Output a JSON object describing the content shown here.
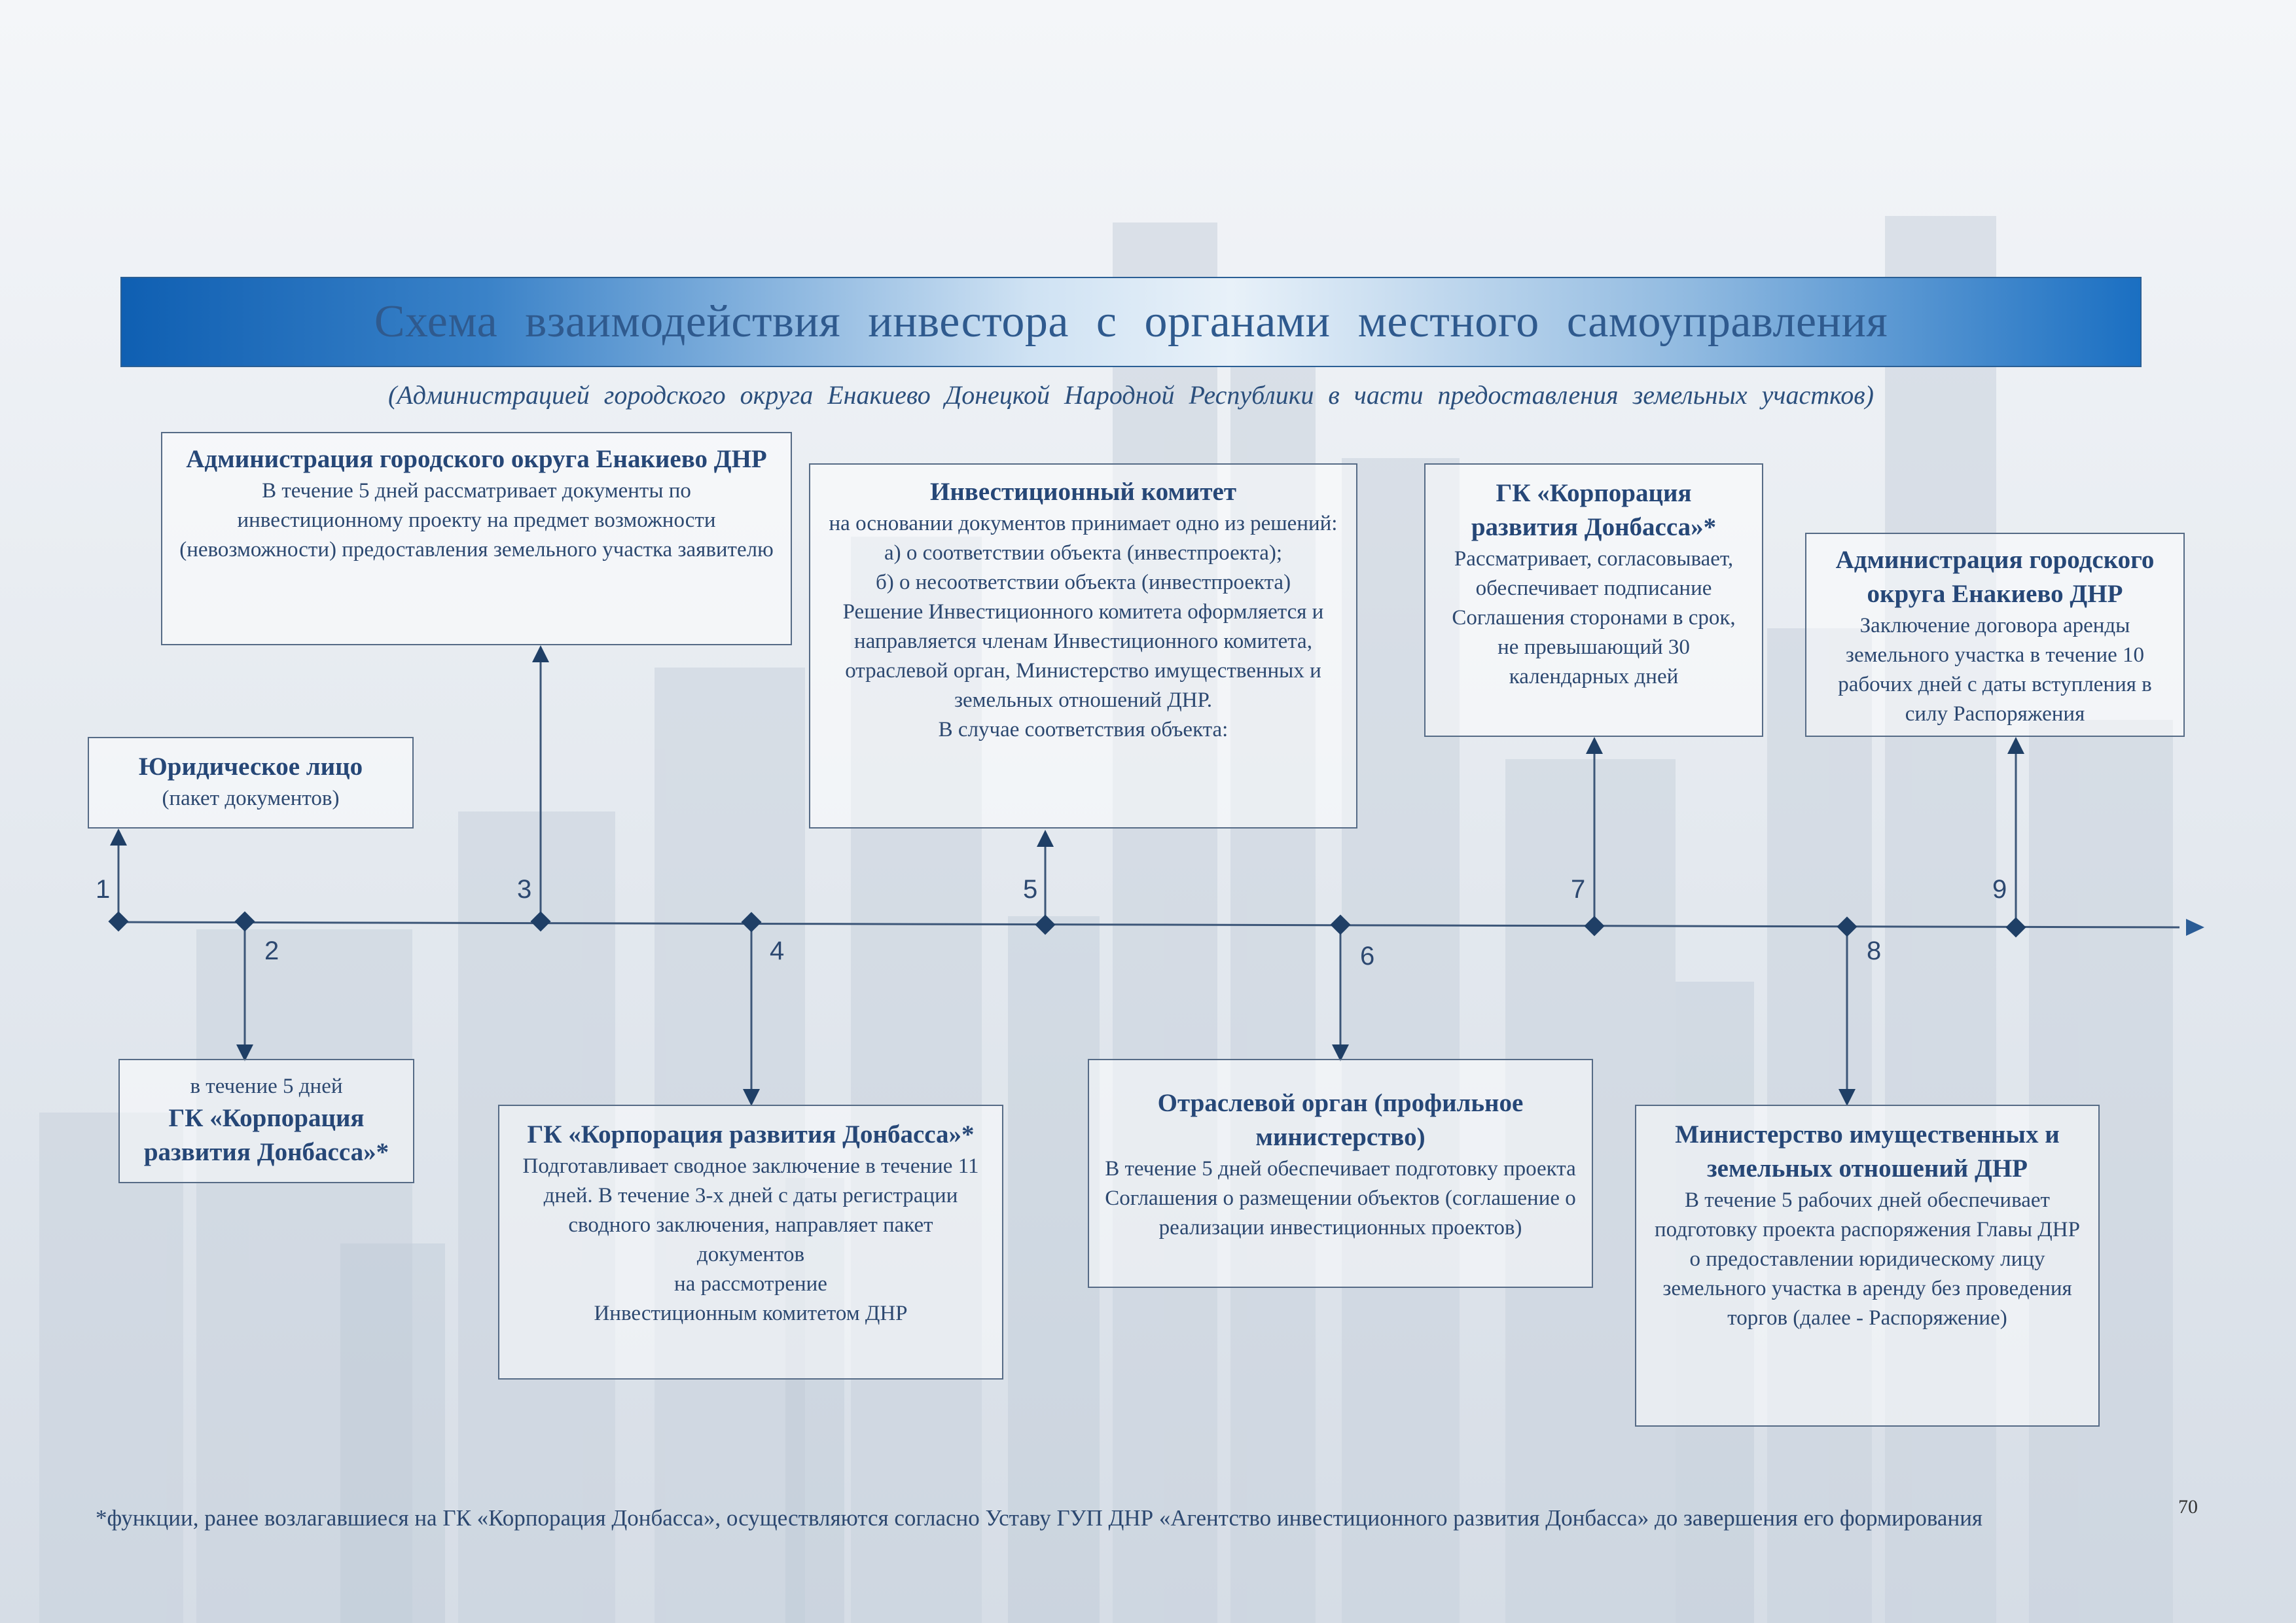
{
  "title": "Схема взаимодействия инвестора с органами местного самоуправления",
  "subtitle": "(Администрацией городского округа Енакиево Донецкой Народной Республики в части предоставления земельных участков)",
  "boxes": {
    "entity": {
      "head": "Юридическое лицо",
      "body": "(пакет документов)"
    },
    "admin_review": {
      "head": "Администрация городского округа Енакиево ДНР",
      "body": "В течение 5 дней рассматривает документы по инвестиционному проекту на предмет возможности (невозможности) предоставления земельного участка заявителю"
    },
    "gk_5days": {
      "pre": "в течение 5 дней",
      "head": "ГК «Корпорация развития Донбасса»*"
    },
    "gk_summary": {
      "head": "ГК «Корпорация развития Донбасса»*",
      "body": "Подготавливает сводное заключение в течение 11 дней. В течение 3-х дней с даты регистрации сводного заключения, направляет пакет документов\nна рассмотрение\nИнвестиционным комитетом ДНР"
    },
    "committee": {
      "head": "Инвестиционный комитет",
      "body": "на основании документов принимает одно из решений:\nа) о соответствии объекта (инвестпроекта);\nб) о несоответствии объекта (инвестпроекта)\nРешение Инвестиционного комитета оформляется и направляется членам Инвестиционного комитета, отраслевой орган, Министерство имущественных и земельных отношений ДНР.\nВ случае соответствия объекта:"
    },
    "branch": {
      "head": "Отраслевой орган (профильное министерство)",
      "body": "В течение 5 дней обеспечивает подготовку проекта Соглашения о размещении объектов (соглашение о реализации инвестиционных проектов)"
    },
    "gk_sign": {
      "head": "ГК «Корпорация развития Донбасса»*",
      "body": "Рассматривает, согласовывает, обеспечивает подписание Соглашения сторонами в срок, не превышающий 30 календарных дней"
    },
    "ministry": {
      "head": "Министерство имущественных и земельных отношений ДНР",
      "body": "В течение 5 рабочих дней обеспечивает подготовку проекта распоряжения Главы ДНР о предоставлении юридическому лицу земельного участка в аренду без проведения торгов (далее - Распоряжение)"
    },
    "admin_lease": {
      "head": "Администрация городского округа Енакиево ДНР",
      "body": "Заключение договора аренды земельного участка в течение 10 рабочих дней с даты вступления в силу Распоряжения"
    }
  },
  "steps": [
    "1",
    "2",
    "3",
    "4",
    "5",
    "6",
    "7",
    "8",
    "9"
  ],
  "footnote": "*функции, ранее возлагавшиеся на ГК «Корпорация Донбасса», осуществляются согласно Уставу ГУП ДНР «Агентство инвестиционного развития Донбасса» до завершения его формирования",
  "page_number": "70",
  "colors": {
    "line": "#1f3f66",
    "banner_blue": "#0f5fb2",
    "text": "#2c4870"
  }
}
